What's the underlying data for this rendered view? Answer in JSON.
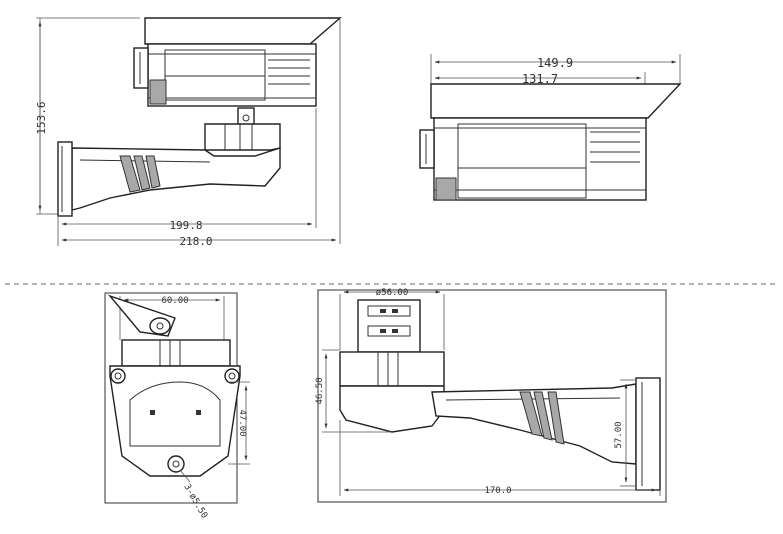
{
  "views": {
    "side_with_bracket": {
      "height_dim": "153.6",
      "bracket_dim": "199.8",
      "overall_dim": "218.0"
    },
    "top_view": {
      "overall_dim": "149.9",
      "body_dim": "131.7"
    },
    "mount_plate": {
      "width_dim": "60.00",
      "height_dim": "47.00",
      "hole_dim": "3-ø5.50"
    },
    "bracket_side": {
      "top_dim": "ø56.00",
      "height_dim": "46.50",
      "plate_dim": "57.00",
      "length_dim": "170.0"
    }
  }
}
